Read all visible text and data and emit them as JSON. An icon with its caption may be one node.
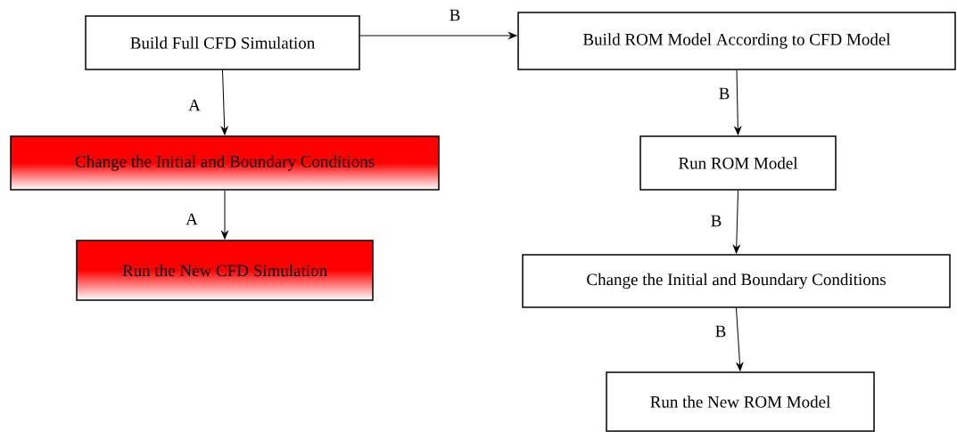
{
  "diagram": {
    "nodes": [
      {
        "text": [
          "Build Full CFD Simulation"
        ]
      },
      {
        "text": [
          "Change the Initial and Boundary Conditions"
        ]
      },
      {
        "text": [
          "Run the New CFD Simulation"
        ]
      },
      {
        "text": [
          "Build ROM Model According to CFD Model"
        ]
      },
      {
        "text": [
          "Run ROM Model"
        ]
      },
      {
        "text": [
          "Change the Initial and Boundary Conditions"
        ]
      },
      {
        "text": [
          "Run the New ROM Model"
        ]
      }
    ],
    "edges": [
      {
        "from": 0,
        "to": 1,
        "arrow": "to",
        "label": "A"
      },
      {
        "from": 1,
        "to": 2,
        "arrow": "to",
        "label": "A"
      },
      {
        "from": 0,
        "to": 3,
        "arrow": "to",
        "label": "B"
      },
      {
        "from": 3,
        "to": 4,
        "arrow": "to",
        "label": "B"
      },
      {
        "from": 4,
        "to": 5,
        "arrow": "to",
        "label": "B"
      },
      {
        "from": 5,
        "to": 6,
        "arrow": "to",
        "label": "B"
      }
    ]
  }
}
